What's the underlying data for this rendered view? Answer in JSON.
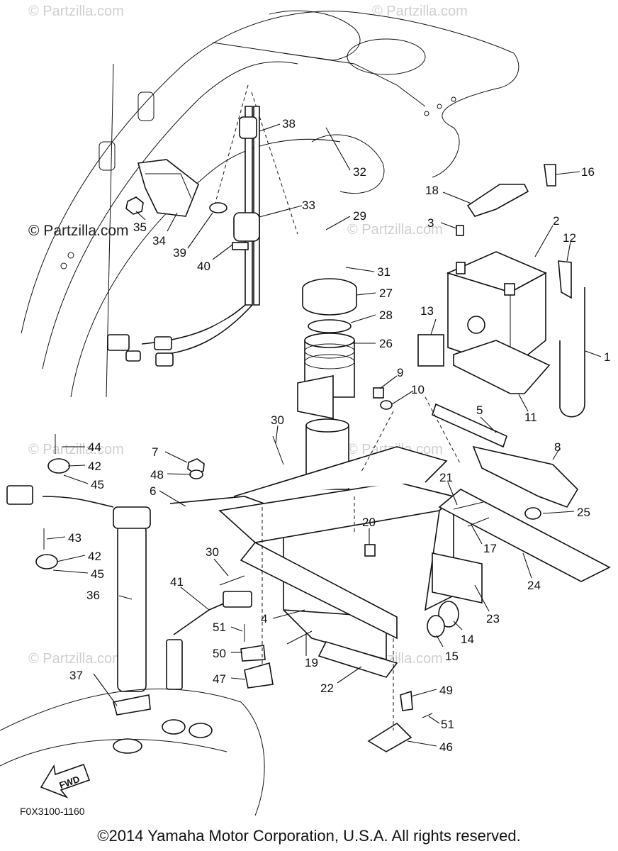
{
  "figure_code": "F0X3100-1160",
  "copyright": "©2014 Yamaha Motor Corporation, U.S.A. All rights reserved.",
  "watermark": "© Partzilla.com",
  "fwd_label": "FWD",
  "callouts": [
    "1",
    "2",
    "3",
    "4",
    "5",
    "6",
    "7",
    "8",
    "9",
    "10",
    "11",
    "12",
    "13",
    "14",
    "15",
    "16",
    "17",
    "18",
    "19",
    "20",
    "21",
    "22",
    "23",
    "24",
    "25",
    "26",
    "27",
    "28",
    "29",
    "30",
    "30",
    "31",
    "32",
    "33",
    "34",
    "35",
    "36",
    "37",
    "38",
    "39",
    "40",
    "41",
    "42",
    "42",
    "43",
    "44",
    "45",
    "45",
    "46",
    "47",
    "48",
    "49",
    "50",
    "51",
    "51"
  ],
  "icons": {
    "fwd": "fwd-arrow-icon"
  }
}
